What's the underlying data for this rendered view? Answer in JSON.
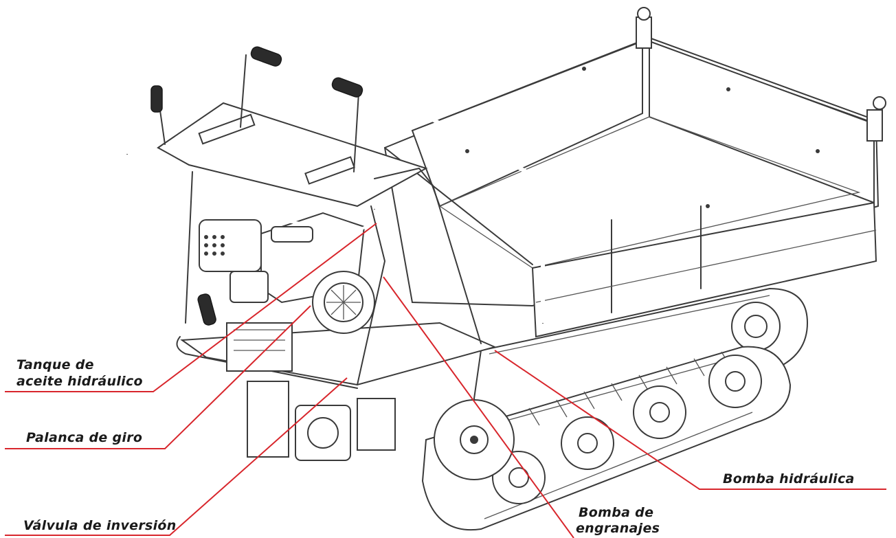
{
  "labels": {
    "tank_line1": "Tanque de",
    "tank_line2": "aceite hidráulico",
    "turn_lever": "Palanca de giro",
    "reverse_valve": "Válvula de inversión",
    "hydraulic_pump": "Bomba hidráulica",
    "gear_pump_line1": "Bomba de",
    "gear_pump_line2": "engranajes"
  },
  "colors": {
    "leader": "#d8262c",
    "drawing": "#3a3a3a",
    "text": "#1a1a1a",
    "background": "#ffffff"
  }
}
